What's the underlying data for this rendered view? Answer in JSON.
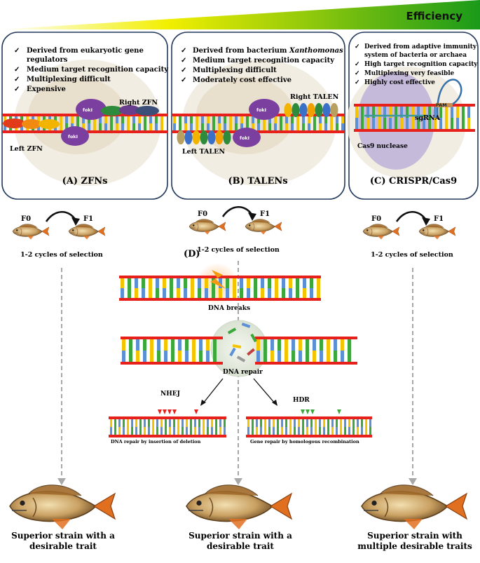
{
  "efficiency": {
    "label": "Efficiency"
  },
  "panels": [
    {
      "id": "A",
      "caption": "(A) ZFNs",
      "bullets": [
        "Derived from eukaryotic gene",
        "regulators",
        "Medium target recognition capacity",
        "Multiplexing difficult",
        "Expensive"
      ],
      "right_label": "Right ZFN",
      "left_label": "Left ZFN",
      "enzyme": "fokI"
    },
    {
      "id": "B",
      "caption": "(B) TALENs",
      "bullets_prefix": "Derived from bacterium ",
      "bullets_italic": "Xanthomonas",
      "bullets": [
        "Medium target recognition capacity",
        "Multiplexing difficult",
        "Moderately cost effective"
      ],
      "right_label": "Right TALEN",
      "left_label": "Left TALEN",
      "enzyme": "fokI"
    },
    {
      "id": "C",
      "caption": "(C) CRISPR/Cas9",
      "bullets": [
        "Derived from adaptive immunity",
        "system of bacteria or archaea",
        "High target recognition capacity",
        "Multiplexing very feasible",
        "Highly cost effective"
      ],
      "sgrna": "sgRNA",
      "pam": "PAM",
      "cas9": "Cas9 nuclease"
    }
  ],
  "generations": {
    "f0": "F0",
    "f1": "F1",
    "selection": "1-2 cycles of selection"
  },
  "mechanism": {
    "label": "(D)",
    "breaks": "DNA breaks",
    "repair": "DNA repair",
    "nhej": "NHEJ",
    "hdr": "HDR",
    "nhej_caption": "DNA repair  by insertion of deletion",
    "hdr_caption": "Gene repair by homologous recombination"
  },
  "outcomes": [
    {
      "line1": "Superior strain with a",
      "line2": "desirable trait"
    },
    {
      "line1": "Superior strain with a",
      "line2": "desirable trait"
    },
    {
      "line1": "Superior strain with",
      "line2": "multiple desirable traits"
    }
  ],
  "colors": {
    "backbone": "#e8201c",
    "yellow": "#f5c400",
    "green": "#3aa83a",
    "blue": "#5b8fd6",
    "fish_gold": "#c88a2a",
    "fin": "#e07020"
  }
}
